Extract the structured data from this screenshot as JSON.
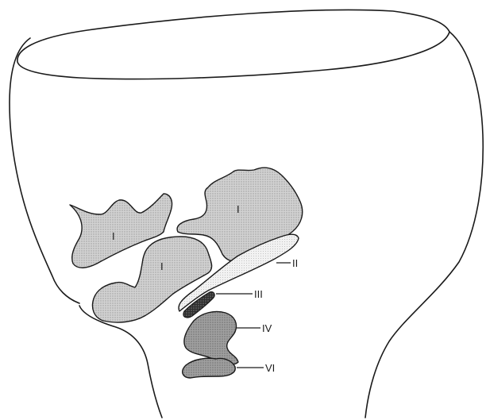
{
  "regions": [
    {
      "id": "I-left",
      "label": "I",
      "fill": "pattern:dot-light"
    },
    {
      "id": "I-upper",
      "label": "I",
      "fill": "pattern:dot-light"
    },
    {
      "id": "I-middle",
      "label": "I",
      "fill": "pattern:dot-light"
    },
    {
      "id": "II",
      "label": "II",
      "fill": "pattern:dot-fine"
    },
    {
      "id": "III",
      "label": "III",
      "fill": "pattern:dot-dark"
    },
    {
      "id": "IV",
      "label": "IV",
      "fill": "pattern:dot-medium"
    },
    {
      "id": "VI",
      "label": "VI",
      "fill": "pattern:dot-medium"
    }
  ],
  "colors": {
    "outline": "#1a1a1a",
    "light": "#c6c6c6",
    "medium": "#8f8f8f",
    "dark": "#2a2a2a"
  }
}
